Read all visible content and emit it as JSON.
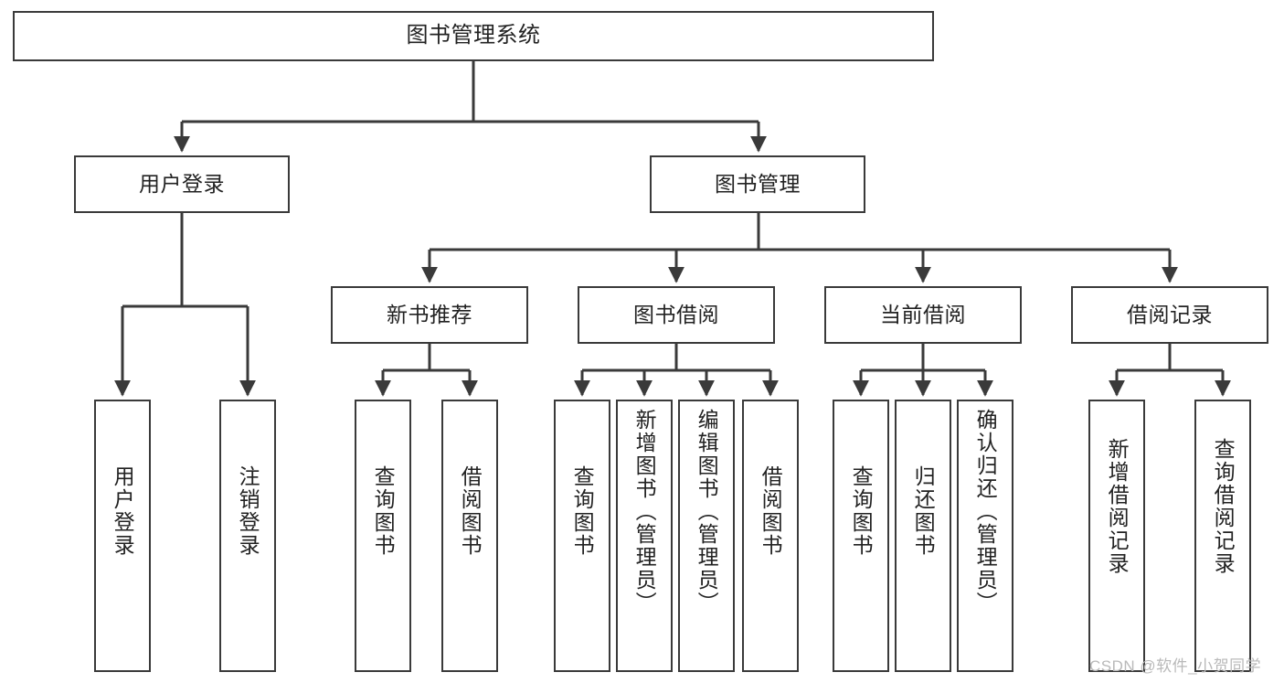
{
  "diagram": {
    "type": "tree",
    "title": "图书管理系统",
    "root": {
      "id": "root",
      "label": "图书管理系统"
    },
    "level2": [
      {
        "id": "user-login",
        "label": "用户登录"
      },
      {
        "id": "book-manage",
        "label": "图书管理"
      }
    ],
    "level3": [
      {
        "id": "new-book-recommend",
        "label": "新书推荐"
      },
      {
        "id": "book-borrow",
        "label": "图书借阅"
      },
      {
        "id": "current-borrow",
        "label": "当前借阅"
      },
      {
        "id": "borrow-record",
        "label": "借阅记录"
      }
    ],
    "leaves": [
      {
        "id": "leaf-user-login",
        "label": "用户登录"
      },
      {
        "id": "leaf-logout-login",
        "label": "注销登录"
      },
      {
        "id": "leaf-query-book-1",
        "label": "查询图书"
      },
      {
        "id": "leaf-borrow-book-1",
        "label": "借阅图书"
      },
      {
        "id": "leaf-query-book-2",
        "label": "查询图书"
      },
      {
        "id": "leaf-add-book-admin",
        "label": "新增图书（管理员）"
      },
      {
        "id": "leaf-edit-book-admin",
        "label": "编辑图书（管理员）"
      },
      {
        "id": "leaf-borrow-book-2",
        "label": "借阅图书"
      },
      {
        "id": "leaf-query-book-3",
        "label": "查询图书"
      },
      {
        "id": "leaf-return-book",
        "label": "归还图书"
      },
      {
        "id": "leaf-confirm-return-admin",
        "label": "确认归还（管理员）"
      },
      {
        "id": "leaf-add-borrow-record",
        "label": "新增借阅记录"
      },
      {
        "id": "leaf-query-borrow-record",
        "label": "查询借阅记录"
      }
    ],
    "colors": {
      "border": "#3a3a3a",
      "fill": "#ffffff",
      "text": "#222222",
      "connector": "#3a3a3a",
      "watermark": "#b9b9b9"
    }
  },
  "watermark": {
    "text": "CSDN @软件_小贺同学"
  }
}
